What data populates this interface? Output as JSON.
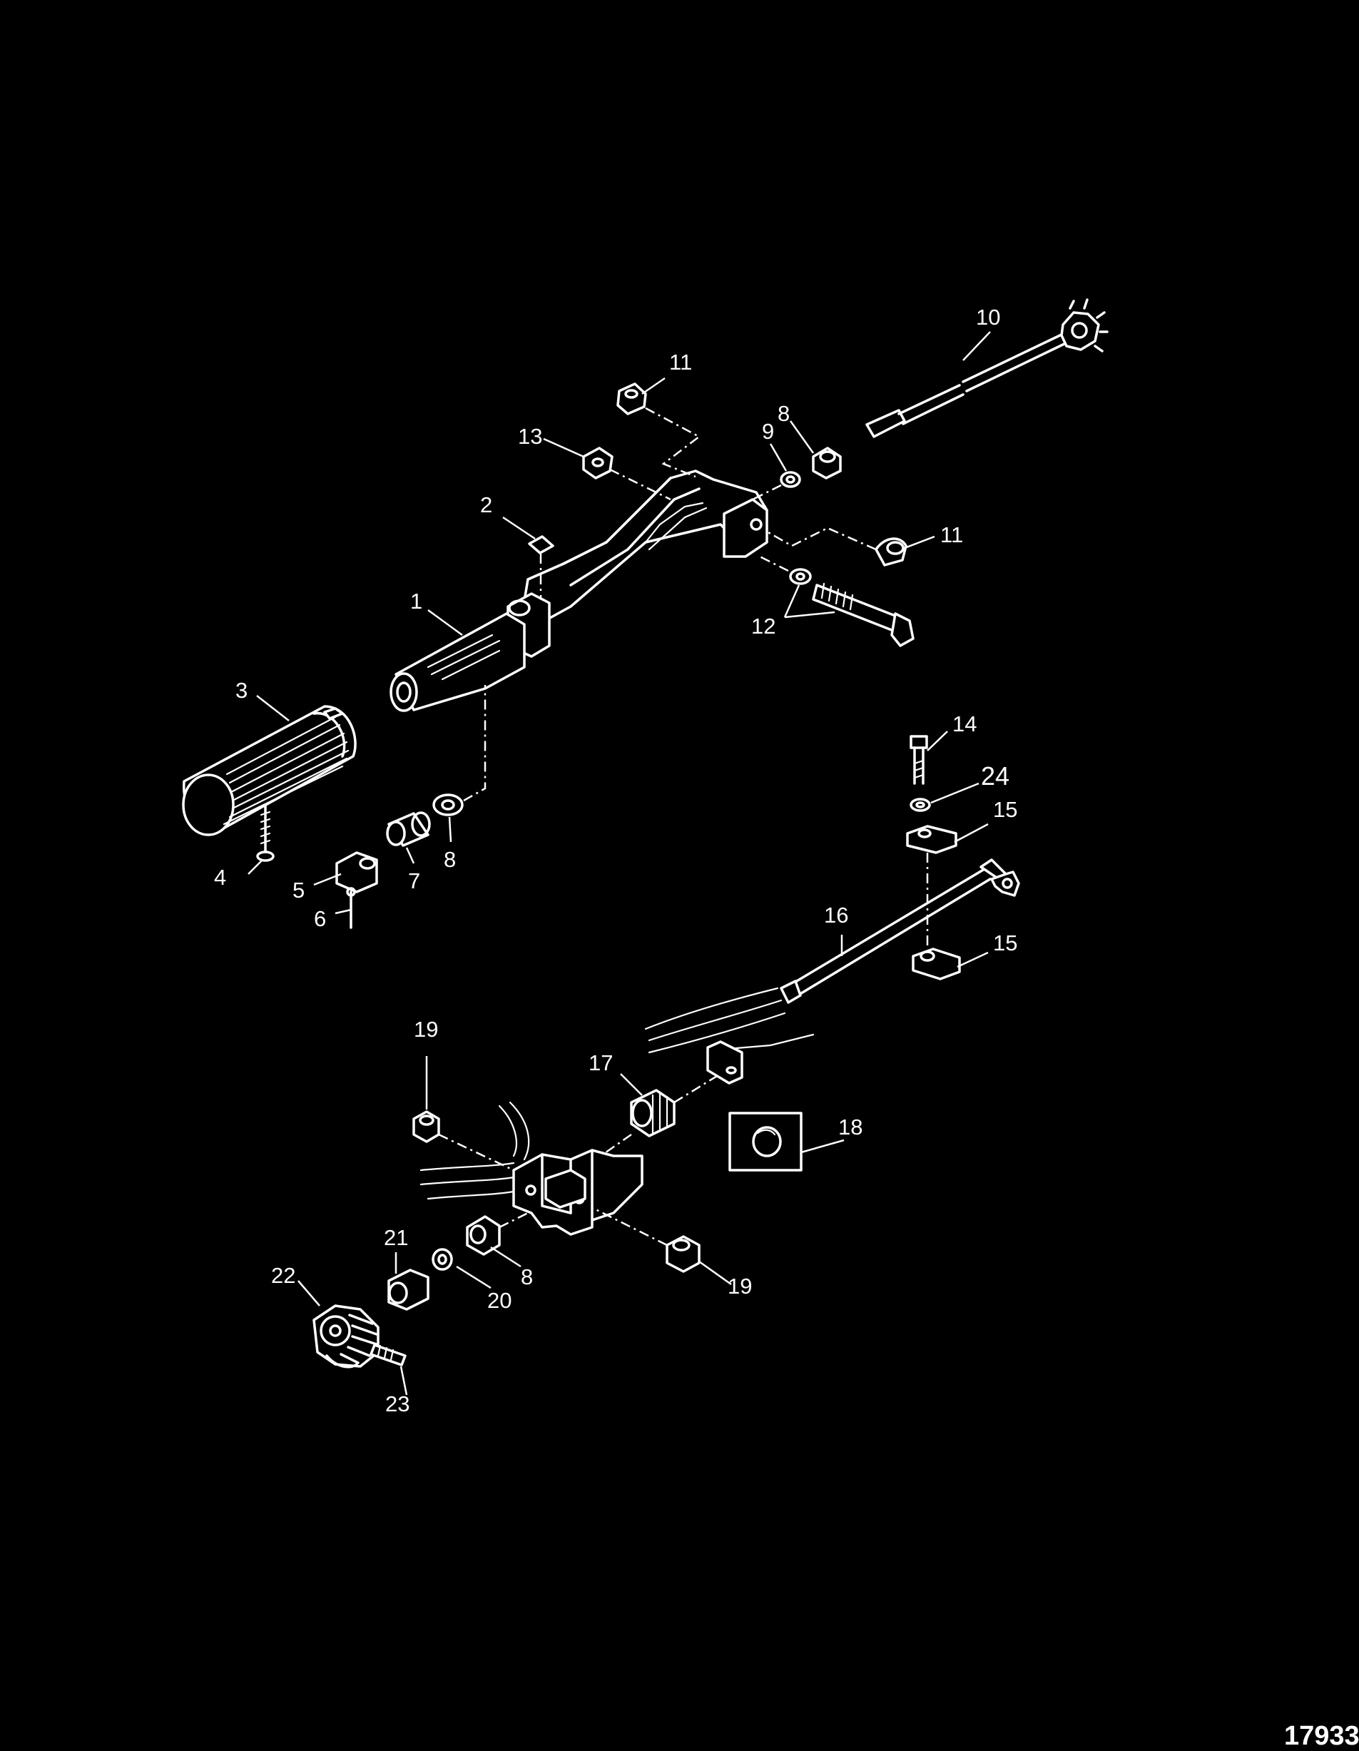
{
  "figure_number": "17933",
  "callouts": {
    "c1": "1",
    "c2": "2",
    "c3": "3",
    "c4": "4",
    "c5": "5",
    "c6": "6",
    "c7": "7",
    "c8a": "8",
    "c8b": "8",
    "c8c": "8",
    "c9": "9",
    "c10": "10",
    "c11a": "11",
    "c11b": "11",
    "c12": "12",
    "c13": "13",
    "c14": "14",
    "c15a": "15",
    "c15b": "15",
    "c16": "16",
    "c17": "17",
    "c18": "18",
    "c19a": "19",
    "c19b": "19",
    "c20": "20",
    "c21": "21",
    "c22": "22",
    "c23": "23",
    "c24": "24"
  }
}
